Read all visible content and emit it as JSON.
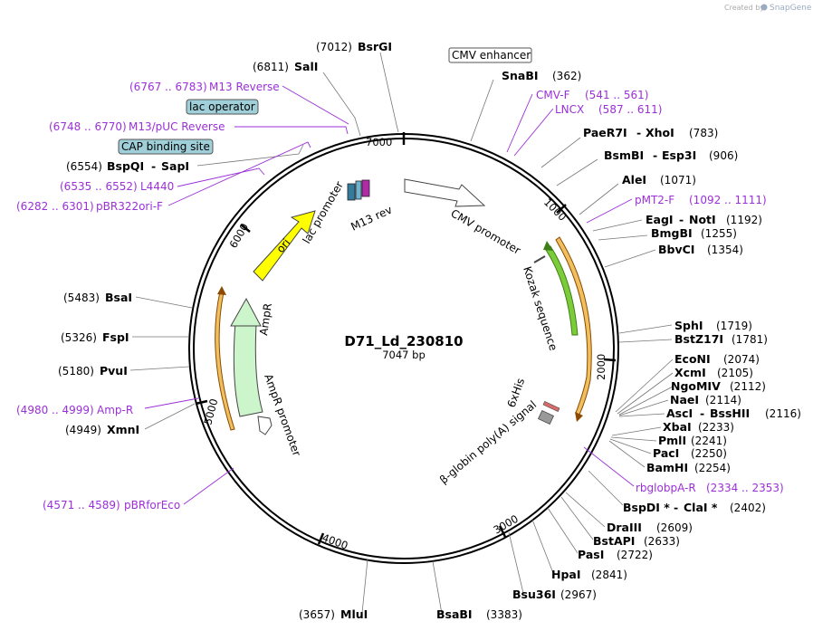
{
  "credit": {
    "created_by": "Created by",
    "brand": "SnapGene"
  },
  "plasmid": {
    "name": "D71_Ld_230810",
    "size": "7047 bp"
  },
  "ticks": [
    "1000",
    "2000",
    "3000",
    "4000",
    "5000",
    "6000",
    "7000"
  ],
  "features": {
    "cmv_enhancer": "CMV enhancer",
    "lac_operator": "lac operator",
    "cap_binding_site": "CAP binding site",
    "cmv_promoter": "CMV promoter",
    "kozak": "Kozak sequence",
    "his": "6xHis",
    "polya": "β-globin poly(A) signal",
    "ampr": "AmpR",
    "ampr_promoter": "AmpR promoter",
    "ori": "ori",
    "lac_promoter": "lac promoter",
    "m13_rev": "M13 rev"
  },
  "sites": {
    "bsrgi": {
      "name": "BsrGI",
      "pos": "(7012)"
    },
    "sali": {
      "name": "SalI",
      "pos": "(6811)"
    },
    "m13r": {
      "name": "M13 Reverse",
      "pos": "(6767 .. 6783)"
    },
    "m13puc": {
      "name": "M13/pUC Reverse",
      "pos": "(6748 .. 6770)"
    },
    "bspqi": {
      "name": "BspQI",
      "sep": "-",
      "name2": "SapI",
      "pos": "(6554)"
    },
    "l4440": {
      "name": "L4440",
      "pos": "(6535 .. 6552)"
    },
    "pbr322": {
      "name": "pBR322ori-F",
      "pos": "(6282 .. 6301)"
    },
    "snabi": {
      "name": "SnaBI",
      "pos": "(362)"
    },
    "cmvf": {
      "name": "CMV-F",
      "pos": "(541 .. 561)"
    },
    "lncx": {
      "name": "LNCX",
      "pos": "(587 .. 611)"
    },
    "paer7i": {
      "name": "PaeR7I",
      "sep": "-",
      "name2": "XhoI",
      "pos": "(783)"
    },
    "bsmbi": {
      "name": "BsmBI",
      "sep": "-",
      "name2": "Esp3I",
      "pos": "(906)"
    },
    "alei": {
      "name": "AleI",
      "pos": "(1071)"
    },
    "pmt2f": {
      "name": "pMT2-F",
      "pos": "(1092 .. 1111)"
    },
    "eagi": {
      "name": "EagI",
      "sep": "-",
      "name2": "NotI",
      "pos": "(1192)"
    },
    "bmgbi": {
      "name": "BmgBI",
      "pos": "(1255)"
    },
    "bbvci": {
      "name": "BbvCI",
      "pos": "(1354)"
    },
    "sphi": {
      "name": "SphI",
      "pos": "(1719)"
    },
    "bstz17i": {
      "name": "BstZ17I",
      "pos": "(1781)"
    },
    "econi": {
      "name": "EcoNI",
      "pos": "(2074)"
    },
    "xcmi": {
      "name": "XcmI",
      "pos": "(2105)"
    },
    "ngomiv": {
      "name": "NgoMIV",
      "pos": "(2112)"
    },
    "naei": {
      "name": "NaeI",
      "pos": "(2114)"
    },
    "asci": {
      "name": "AscI",
      "sep": "-",
      "name2": "BssHII",
      "pos": "(2116)"
    },
    "xbai": {
      "name": "XbaI",
      "pos": "(2233)"
    },
    "pmli": {
      "name": "PmlI",
      "pos": "(2241)"
    },
    "paci": {
      "name": "PacI",
      "pos": "(2250)"
    },
    "bamhi": {
      "name": "BamHI",
      "pos": "(2254)"
    },
    "rbglob": {
      "name": "rbglobpA-R",
      "pos": "(2334 .. 2353)"
    },
    "bspdi": {
      "name": "BspDI *",
      "sep": "-",
      "name2": "ClaI *",
      "pos": "(2402)"
    },
    "draiii": {
      "name": "DraIII",
      "pos": "(2609)"
    },
    "bstapi": {
      "name": "BstAPI",
      "pos": "(2633)"
    },
    "pasi": {
      "name": "PasI",
      "pos": "(2722)"
    },
    "hpai": {
      "name": "HpaI",
      "pos": "(2841)"
    },
    "bsu36i": {
      "name": "Bsu36I",
      "pos": "(2967)"
    },
    "bsabi": {
      "name": "BsaBI",
      "pos": "(3383)"
    },
    "mlui": {
      "name": "MluI",
      "pos": "(3657)"
    },
    "pbrforeco": {
      "name": "pBRforEco",
      "pos": "(4571 .. 4589)"
    },
    "xmni": {
      "name": "XmnI",
      "pos": "(4949)"
    },
    "ampR": {
      "name": "Amp-R",
      "pos": "(4980 .. 4999)"
    },
    "pvui": {
      "name": "PvuI",
      "pos": "(5180)"
    },
    "fspi": {
      "name": "FspI",
      "pos": "(5326)"
    },
    "bsai": {
      "name": "BsaI",
      "pos": "(5483)"
    }
  }
}
